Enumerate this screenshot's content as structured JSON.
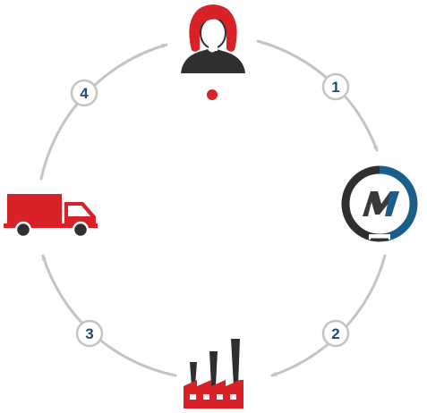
{
  "steps": [
    {
      "number": "1"
    },
    {
      "number": "2"
    },
    {
      "number": "3"
    },
    {
      "number": "4"
    }
  ],
  "icons": {
    "customer": "customer-icon",
    "logo": "brand-logo-icon",
    "factory": "factory-icon",
    "truck": "delivery-truck-icon"
  },
  "colors": {
    "red": "#d92128",
    "navy": "#1e4a73",
    "arc_gray": "#c4c4c4",
    "dark_gray": "#2f2f2f",
    "logo_blue": "#1b5e8c"
  }
}
